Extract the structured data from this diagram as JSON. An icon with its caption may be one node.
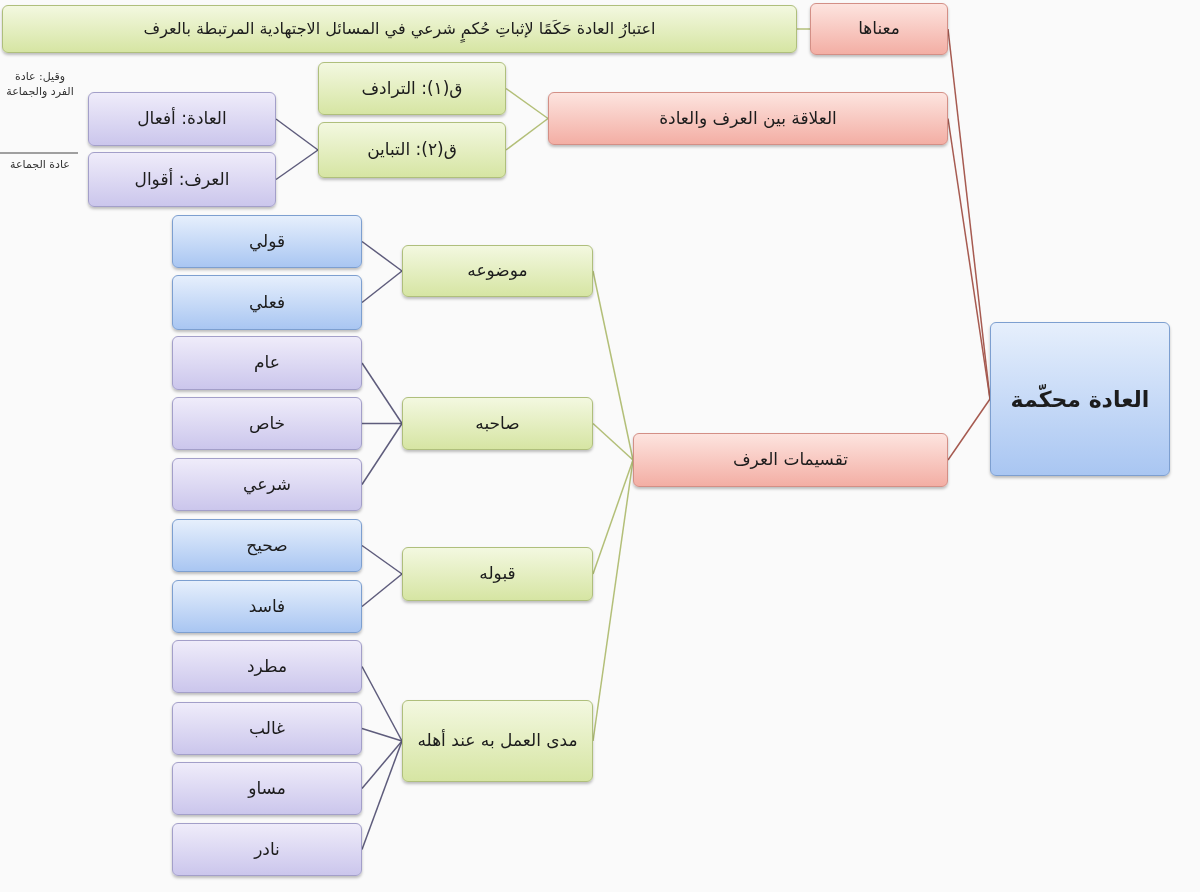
{
  "diagram": {
    "nodes": [
      {
        "text": [
          "العادة محكّمة"
        ]
      },
      {
        "text": [
          "معناها"
        ]
      },
      {
        "text": [
          "اعتبارُ العادة حَكَمًا لإثباتِ حُكمٍ شرعي في المسائل الاجتهادية المرتبطة بالعرف"
        ]
      },
      {
        "text": [
          "العلاقة بين العرف والعادة"
        ]
      },
      {
        "text": [
          "ق(١): الترادف"
        ]
      },
      {
        "text": [
          "ق(٢): التباين"
        ]
      },
      {
        "text": [
          "العادة: أفعال"
        ]
      },
      {
        "text": [
          "العرف: أقوال"
        ]
      },
      {
        "text": [
          "تقسيمات العرف"
        ]
      },
      {
        "text": [
          "موضوعه"
        ]
      },
      {
        "text": [
          "قولي"
        ]
      },
      {
        "text": [
          "فعلي"
        ]
      },
      {
        "text": [
          "صاحبه"
        ]
      },
      {
        "text": [
          "عام"
        ]
      },
      {
        "text": [
          "خاص"
        ]
      },
      {
        "text": [
          "شرعي"
        ]
      },
      {
        "text": [
          "قبوله"
        ]
      },
      {
        "text": [
          "صحيح"
        ]
      },
      {
        "text": [
          "فاسد"
        ]
      },
      {
        "text": [
          "مدى العمل به عند أهله"
        ]
      },
      {
        "text": [
          "مطرد"
        ]
      },
      {
        "text": [
          "غالب"
        ]
      },
      {
        "text": [
          "مساو"
        ]
      },
      {
        "text": [
          "نادر"
        ]
      }
    ],
    "edges": [
      {
        "from": 0,
        "to": 1,
        "arrow": "none",
        "color": "#a65a50"
      },
      {
        "from": 0,
        "to": 3,
        "arrow": "none",
        "color": "#a65a50"
      },
      {
        "from": 0,
        "to": 8,
        "arrow": "none",
        "color": "#a65a50"
      },
      {
        "from": 1,
        "to": 2,
        "arrow": "none",
        "color": "#b3bf78"
      },
      {
        "from": 3,
        "to": 4,
        "arrow": "none",
        "color": "#b3bf78"
      },
      {
        "from": 3,
        "to": 5,
        "arrow": "none",
        "color": "#b3bf78"
      },
      {
        "from": 5,
        "to": 6,
        "arrow": "none"
      },
      {
        "from": 5,
        "to": 7,
        "arrow": "none"
      },
      {
        "from": 8,
        "to": 9,
        "arrow": "none",
        "color": "#b3bf78"
      },
      {
        "from": 8,
        "to": 12,
        "arrow": "none",
        "color": "#b3bf78"
      },
      {
        "from": 8,
        "to": 16,
        "arrow": "none",
        "color": "#b3bf78"
      },
      {
        "from": 8,
        "to": 19,
        "arrow": "none",
        "color": "#b3bf78"
      },
      {
        "from": 9,
        "to": 10,
        "arrow": "none"
      },
      {
        "from": 9,
        "to": 11,
        "arrow": "none"
      },
      {
        "from": 12,
        "to": 13,
        "arrow": "none"
      },
      {
        "from": 12,
        "to": 14,
        "arrow": "none"
      },
      {
        "from": 12,
        "to": 15,
        "arrow": "none"
      },
      {
        "from": 16,
        "to": 17,
        "arrow": "none"
      },
      {
        "from": 16,
        "to": 18,
        "arrow": "none"
      },
      {
        "from": 19,
        "to": 20,
        "arrow": "none"
      },
      {
        "from": 19,
        "to": 21,
        "arrow": "none"
      },
      {
        "from": 19,
        "to": 22,
        "arrow": "none"
      },
      {
        "from": 19,
        "to": 23,
        "arrow": "none"
      }
    ],
    "labels": [
      "وقيل: عادة الفرد والجماعة",
      "عادة الجماعة"
    ]
  }
}
